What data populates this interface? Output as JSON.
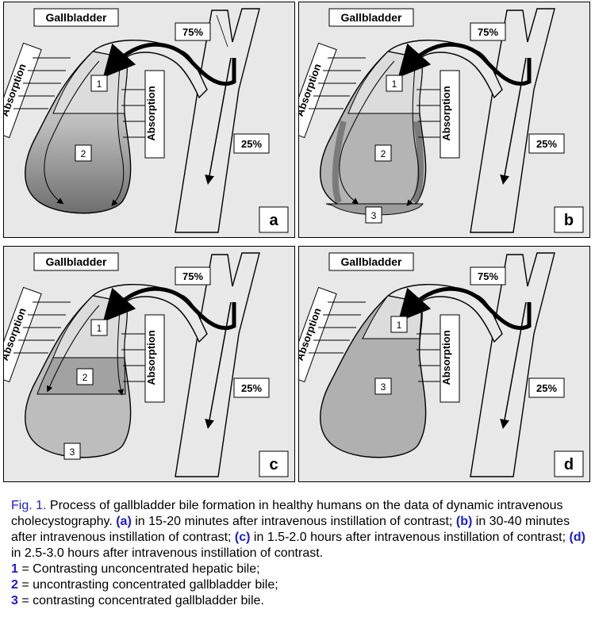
{
  "panels": [
    {
      "letter": "a",
      "title": "Gallbladder",
      "pct_top": "75%",
      "pct_bottom": "25%",
      "absorption": "Absorption",
      "regions": [
        "1",
        "2"
      ]
    },
    {
      "letter": "b",
      "title": "Gallbladder",
      "pct_top": "75%",
      "pct_bottom": "25%",
      "absorption": "Absorption",
      "regions": [
        "1",
        "2",
        "3"
      ]
    },
    {
      "letter": "c",
      "title": "Gallbladder",
      "pct_top": "75%",
      "pct_bottom": "25%",
      "absorption": "Absorption",
      "regions": [
        "1",
        "2",
        "3"
      ]
    },
    {
      "letter": "d",
      "title": "Gallbladder",
      "pct_top": "75%",
      "pct_bottom": "25%",
      "absorption": "Absorption",
      "regions": [
        "1",
        "3"
      ]
    }
  ],
  "caption": {
    "fig_label": "Fig. 1.",
    "intro": " Process of gallbladder bile formation in healthy humans on the data of dynamic intravenous cholecystography. ",
    "a_label": "(a)",
    "a_text": " in 15-20 minutes after intravenous instillation of contrast; ",
    "b_label": "(b)",
    "b_text": " in 30-40 minutes after intravenous instillation of contrast; ",
    "c_label": "(c)",
    "c_text": " in 1.5-2.0 hours after intravenous instillation of contrast; ",
    "d_label": "(d)",
    "d_text": " in 2.5-3.0 hours after intravenous instillation of contrast.",
    "legend": [
      {
        "num": "1",
        "text": " = Contrasting unconcentrated hepatic bile;"
      },
      {
        "num": "2",
        "text": " = uncontrasting concentrated gallbladder bile;"
      },
      {
        "num": "3",
        "text": " = contrasting concentrated gallbladder bile."
      }
    ]
  }
}
